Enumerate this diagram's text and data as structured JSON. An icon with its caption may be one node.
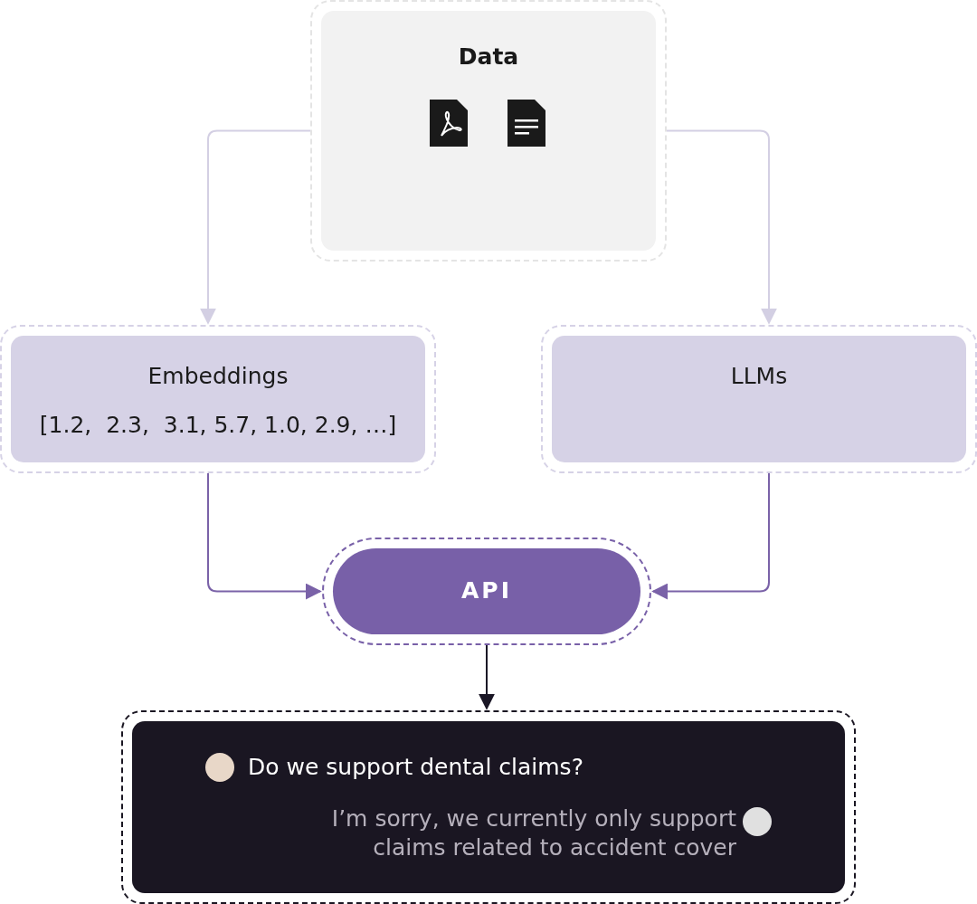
{
  "diagram": {
    "nodes": [
      {
        "text": [
          "Data"
        ]
      },
      {
        "text": [
          "Embeddings",
          "[1.2,  2.3,  3.1, 5.7, 1.0, 2.9, …]"
        ]
      },
      {
        "text": [
          "LLMs"
        ]
      },
      {
        "text": [
          "API"
        ]
      },
      {
        "text": [
          "Do we support dental claims?",
          "I’m sorry, we currently only support claims related to accident cover"
        ]
      }
    ],
    "edges": [
      {
        "from": 0,
        "to": 1,
        "arrow": "to",
        "color": "#d3cfe3"
      },
      {
        "from": 0,
        "to": 2,
        "arrow": "to",
        "color": "#d3cfe3"
      },
      {
        "from": 1,
        "to": 3,
        "arrow": "to",
        "color": "#7a62a8"
      },
      {
        "from": 2,
        "to": 3,
        "arrow": "to",
        "color": "#7a62a8"
      },
      {
        "from": 3,
        "to": 4,
        "arrow": "to",
        "color": "#1a1625"
      }
    ]
  }
}
